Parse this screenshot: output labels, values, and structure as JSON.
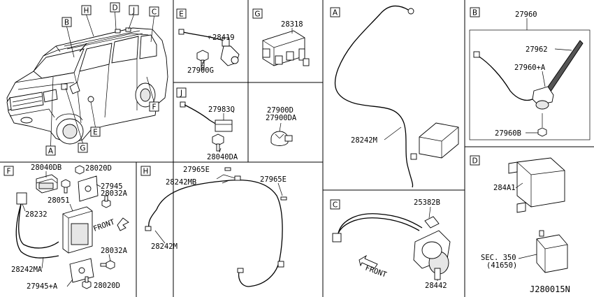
{
  "panels": {
    "E": "E",
    "G": "G",
    "J": "J",
    "F": "F",
    "H": "H",
    "A": "A",
    "B": "B",
    "C": "C",
    "D": "D"
  },
  "vehicle_callouts": {
    "B": "B",
    "H": "H",
    "D": "D",
    "J": "J",
    "C": "C",
    "F": "F",
    "E": "E",
    "G": "G",
    "A": "A"
  },
  "parts": {
    "p28419": "28419",
    "p27900g": "27900G",
    "p28318": "28318",
    "p27983q": "27983Q",
    "p28040da_j": "28040DA",
    "p27900d": "27900D",
    "p27900da": "27900DA",
    "p28242m_a": "28242M",
    "p27960": "27960",
    "p27962": "27962",
    "p27960a": "27960+A",
    "p27960b": "27960B",
    "p28040db": "28040DB",
    "p28020d_top": "28020D",
    "p27945": "27945",
    "p28032a_top": "28032A",
    "p28051": "28051",
    "p28232": "28232",
    "p28032a_bot": "28032A",
    "p28242ma": "28242MA",
    "p27945a": "27945+A",
    "p28020d_bot": "28020D",
    "p27965e_top": "27965E",
    "p28242mb": "28242MB",
    "p27965e_right": "27965E",
    "p28242m_h": "28242M",
    "p25382b": "25382B",
    "p28442": "28442",
    "p284a1": "284A1",
    "sec350": "SEC. 350",
    "p41650": "(41650)"
  },
  "front_labels": {
    "f": "FRONT",
    "c": "FRONT"
  },
  "diagram_code": "J280015N"
}
